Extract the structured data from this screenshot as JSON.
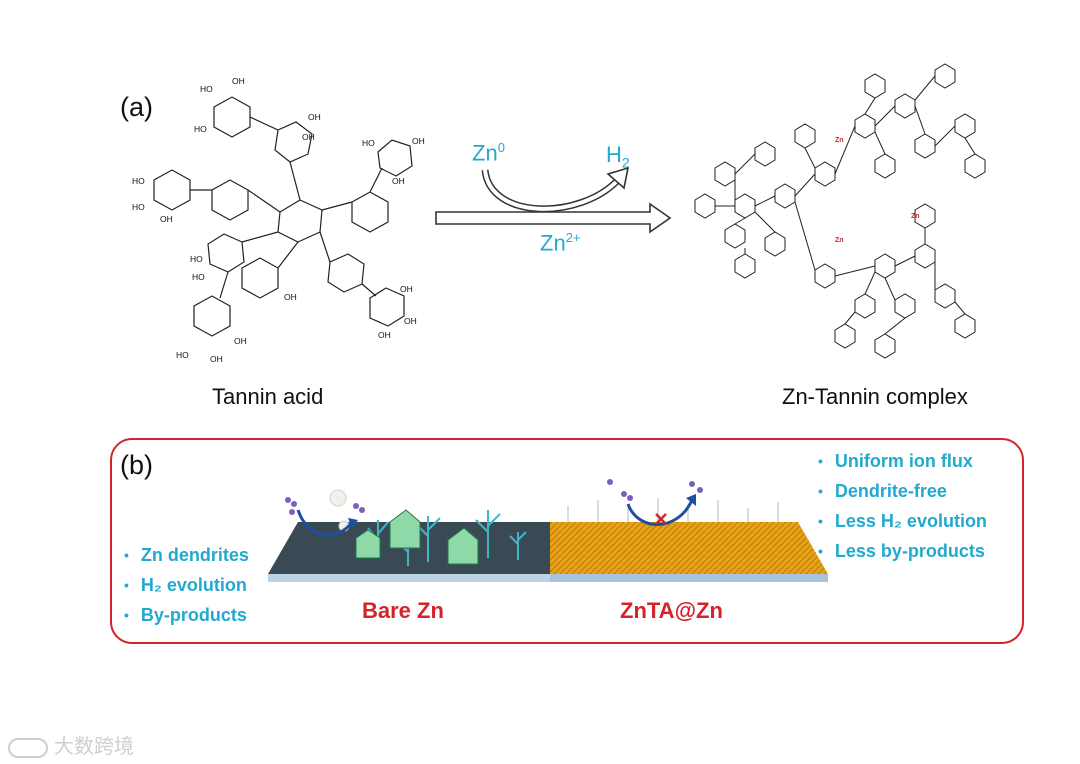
{
  "panel_a": {
    "label": "(a)",
    "left_caption": "Tannin acid",
    "right_caption": "Zn-Tannin complex",
    "reaction": {
      "reactant": "Zn",
      "reactant_sup": "0",
      "product": "H",
      "product_sub": "2",
      "below": "Zn",
      "below_sup": "2+"
    },
    "atom_oh": "OH",
    "atom_ho": "HO",
    "atom_zn": "Zn"
  },
  "panel_b": {
    "label": "(b)",
    "left_points": [
      "Zn dendrites",
      "H₂ evolution",
      "By-products"
    ],
    "right_points": [
      "Uniform ion flux",
      "Dendrite-free",
      "Less H₂ evolution",
      "Less by-products"
    ],
    "bullet": "•",
    "bare_label": "Bare Zn",
    "coated_label": "ZnTA@Zn"
  },
  "watermark": "大数跨境",
  "colors": {
    "cyan": "#22a9cf",
    "red": "#d4232b",
    "slab": "#3a4a55",
    "orange": "#e8a21a",
    "green": "#8fd9a8"
  }
}
